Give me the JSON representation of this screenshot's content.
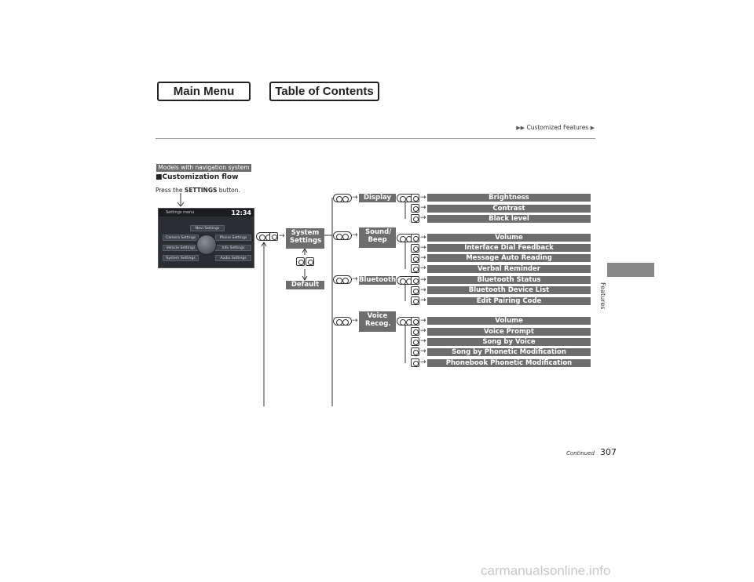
{
  "nav": {
    "main_menu": "Main Menu",
    "toc": "Table of Contents"
  },
  "header": {
    "breadcrumb": "Customized Features"
  },
  "section": {
    "tag": "Models with navigation system",
    "title": "Customization flow",
    "press_prefix": "Press the",
    "press_button": "SETTINGS",
    "press_suffix": "button."
  },
  "screen": {
    "title": "Settings menu",
    "clock": "12:34",
    "options": [
      "Navi Settings",
      "Camera Settings",
      "Phone Settings",
      "Vehicle Settings",
      "Info Settings",
      "System Settings",
      "Audio Settings"
    ]
  },
  "flow": {
    "system_settings": "System Settings",
    "default": "Default",
    "categories": [
      {
        "label": "Display",
        "options": [
          "Brightness",
          "Contrast",
          "Black level"
        ]
      },
      {
        "label": "Sound/ Beep",
        "options": [
          "Volume",
          "Interface Dial Feedback",
          "Message Auto Reading",
          "Verbal Reminder"
        ]
      },
      {
        "label": "Bluetooth",
        "options": [
          "Bluetooth Status",
          "Bluetooth Device List",
          "Edit Pairing Code"
        ]
      },
      {
        "label": "Voice Recog.",
        "options": [
          "Volume",
          "Voice Prompt",
          "Song by Voice",
          "Song by Phonetic Modification",
          "Phonebook Phonetic Modification"
        ]
      }
    ]
  },
  "side": {
    "label": "Features"
  },
  "footer": {
    "continued": "Continued",
    "page": "307"
  },
  "watermark": "carmanualsonline.info"
}
